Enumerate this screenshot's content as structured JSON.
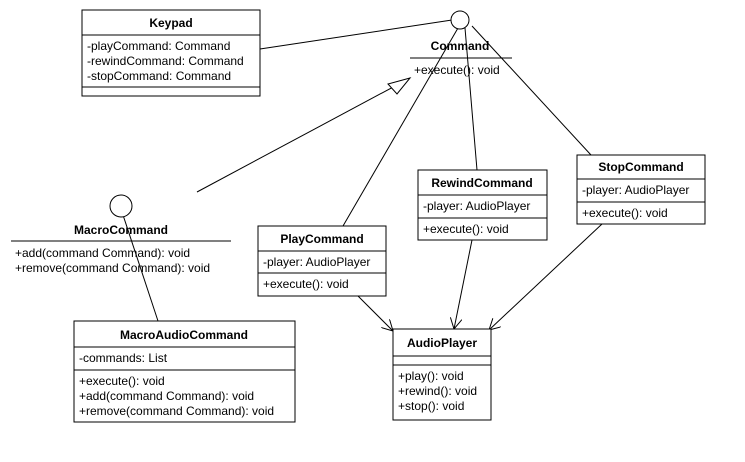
{
  "diagram": {
    "classes": {
      "keypad": {
        "name": "Keypad",
        "attributes": [
          "-playCommand: Command",
          "-rewindCommand: Command",
          "-stopCommand: Command"
        ],
        "methods": []
      },
      "command": {
        "name": "Command",
        "attributes": [],
        "methods": [
          "+execute(): void"
        ]
      },
      "macro_command": {
        "name": "MacroCommand",
        "attributes": [],
        "methods": [
          "+add(command Command): void",
          "+remove(command Command): void"
        ]
      },
      "play_command": {
        "name": "PlayCommand",
        "attributes": [
          "-player: AudioPlayer"
        ],
        "methods": [
          "+execute(): void"
        ]
      },
      "rewind_command": {
        "name": "RewindCommand",
        "attributes": [
          "-player: AudioPlayer"
        ],
        "methods": [
          "+execute(): void"
        ]
      },
      "stop_command": {
        "name": "StopCommand",
        "attributes": [
          "-player: AudioPlayer"
        ],
        "methods": [
          "+execute(): void"
        ]
      },
      "macro_audio_command": {
        "name": "MacroAudioCommand",
        "attributes": [
          "-commands: List"
        ],
        "methods": [
          "+execute(): void",
          "+add(command Command): void",
          "+remove(command Command): void"
        ]
      },
      "audio_player": {
        "name": "AudioPlayer",
        "attributes": [],
        "methods": [
          "+play(): void",
          "+rewind(): void",
          "+stop(): void"
        ]
      }
    },
    "colors": {
      "line": "#000000",
      "box_fill": "#ffffff",
      "background": "#ffffff"
    }
  }
}
